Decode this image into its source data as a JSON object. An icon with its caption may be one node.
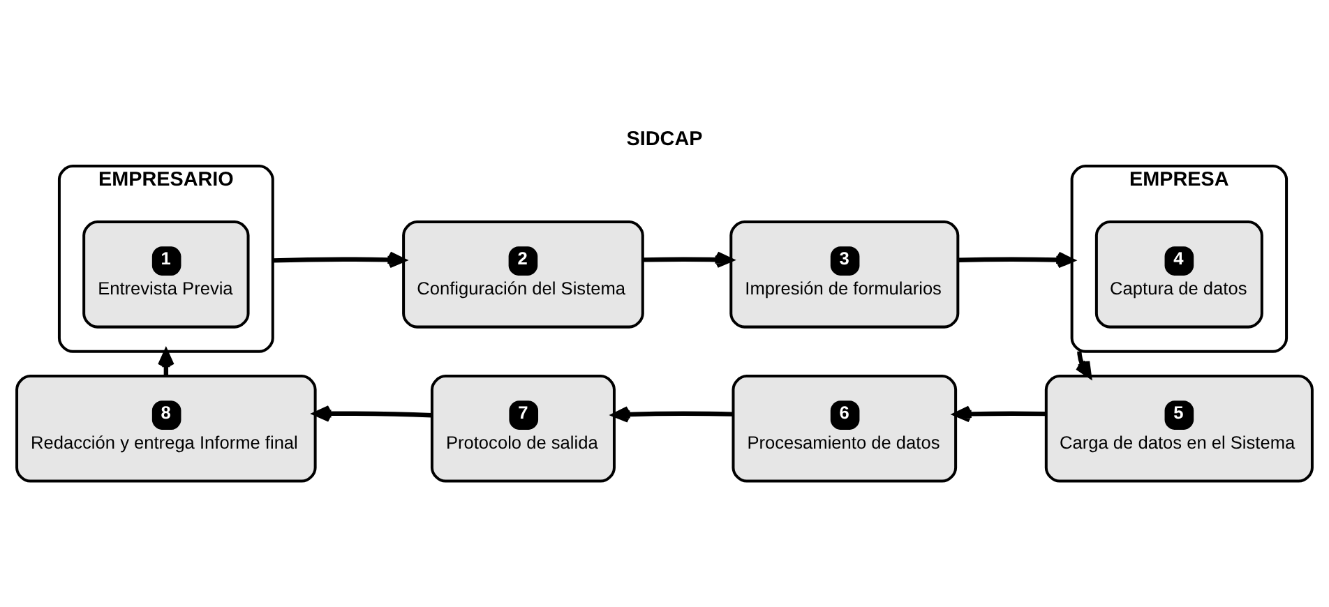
{
  "diagram": {
    "title": "SIDCAP",
    "nodes": [
      {
        "text": [
          "EMPRESARIO"
        ]
      },
      {
        "text": [
          "1",
          "Entrevista Previa"
        ],
        "in": 0
      },
      {
        "text": [
          "2",
          "Configuración del Sistema"
        ]
      },
      {
        "text": [
          "3",
          "Impresión de formularios"
        ]
      },
      {
        "text": [
          "EMPRESA"
        ]
      },
      {
        "text": [
          "4",
          "Captura de datos"
        ],
        "in": 4
      },
      {
        "text": [
          "5",
          "Carga de datos en el Sistema"
        ]
      },
      {
        "text": [
          "6",
          "Procesamiento de datos"
        ]
      },
      {
        "text": [
          "7",
          "Protocolo de salida"
        ]
      },
      {
        "text": [
          "8",
          "Redacción y entrega Informe final"
        ]
      }
    ],
    "edges": [
      {
        "from": 0,
        "to": 2,
        "arrow": "to"
      },
      {
        "from": 2,
        "to": 3,
        "arrow": "to"
      },
      {
        "from": 3,
        "to": 4,
        "arrow": "to"
      },
      {
        "from": 4,
        "to": 6,
        "arrow": "to"
      },
      {
        "from": 6,
        "to": 7,
        "arrow": "to"
      },
      {
        "from": 7,
        "to": 8,
        "arrow": "to"
      },
      {
        "from": 8,
        "to": 9,
        "arrow": "to"
      },
      {
        "from": 9,
        "to": 0,
        "arrow": "to"
      }
    ]
  }
}
